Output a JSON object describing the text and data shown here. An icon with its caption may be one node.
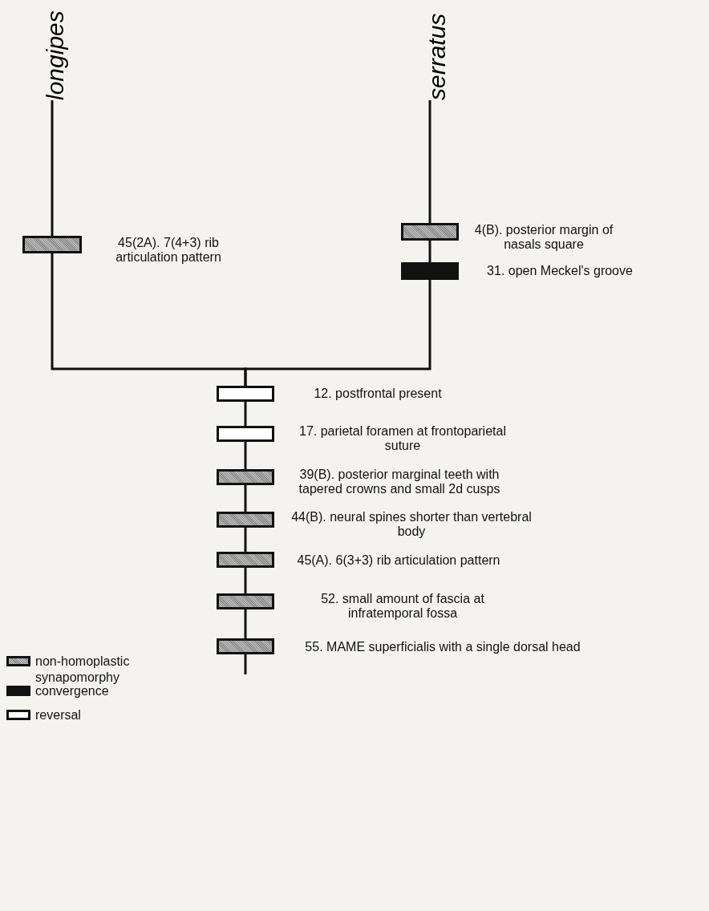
{
  "diagram": {
    "nodes": [
      {
        "text": [
          "longipes"
        ]
      },
      {
        "text": [
          "serratus"
        ]
      },
      {
        "text": [],
        "shape": "box",
        "beside": [
          "45(2A). 7(4+3) rib articulation pattern"
        ]
      },
      {
        "text": [],
        "shape": "box",
        "beside": [
          "4(B). posterior margin of nasals square"
        ]
      },
      {
        "text": [],
        "shape": "box",
        "beside": [
          "31. open Meckel's groove"
        ]
      },
      {
        "text": [],
        "shape": "box",
        "beside": [
          "12. postfrontal present"
        ]
      },
      {
        "text": [],
        "shape": "box",
        "beside": [
          "17. parietal foramen at frontoparietal suture"
        ]
      },
      {
        "text": [],
        "shape": "box",
        "beside": [
          "39(B). posterior marginal teeth with tapered crowns and small 2d cusps"
        ]
      },
      {
        "text": [],
        "shape": "box",
        "beside": [
          "44(B). neural spines shorter than vertebral body"
        ]
      },
      {
        "text": [],
        "shape": "box",
        "beside": [
          "45(A). 6(3+3) rib articulation pattern"
        ]
      },
      {
        "text": [],
        "shape": "box",
        "beside": [
          "52. small amount of fascia at infratemporal fossa"
        ]
      },
      {
        "text": [],
        "shape": "box",
        "beside": [
          "55. MAME superficialis with a single dorsal head"
        ]
      }
    ],
    "edges": [
      {
        "from": 2,
        "to": 0,
        "arrow": "none"
      },
      {
        "from": 3,
        "to": 1,
        "arrow": "none"
      },
      {
        "from": 4,
        "to": 3,
        "arrow": "none"
      },
      {
        "from": 5,
        "to": 2,
        "arrow": "none"
      },
      {
        "from": 5,
        "to": 4,
        "arrow": "none"
      },
      {
        "from": 6,
        "to": 5,
        "arrow": "none"
      },
      {
        "from": 7,
        "to": 6,
        "arrow": "none"
      },
      {
        "from": 8,
        "to": 7,
        "arrow": "none"
      },
      {
        "from": 9,
        "to": 8,
        "arrow": "none"
      },
      {
        "from": 10,
        "to": 9,
        "arrow": "none"
      },
      {
        "from": 11,
        "to": 10,
        "arrow": "none"
      },
      {
        "from": null,
        "to": 11,
        "arrow": "none"
      }
    ],
    "legend": [
      {
        "text": "non-homoplastic synapomorphy"
      },
      {
        "text": "convergence"
      },
      {
        "text": "reversal"
      }
    ]
  }
}
